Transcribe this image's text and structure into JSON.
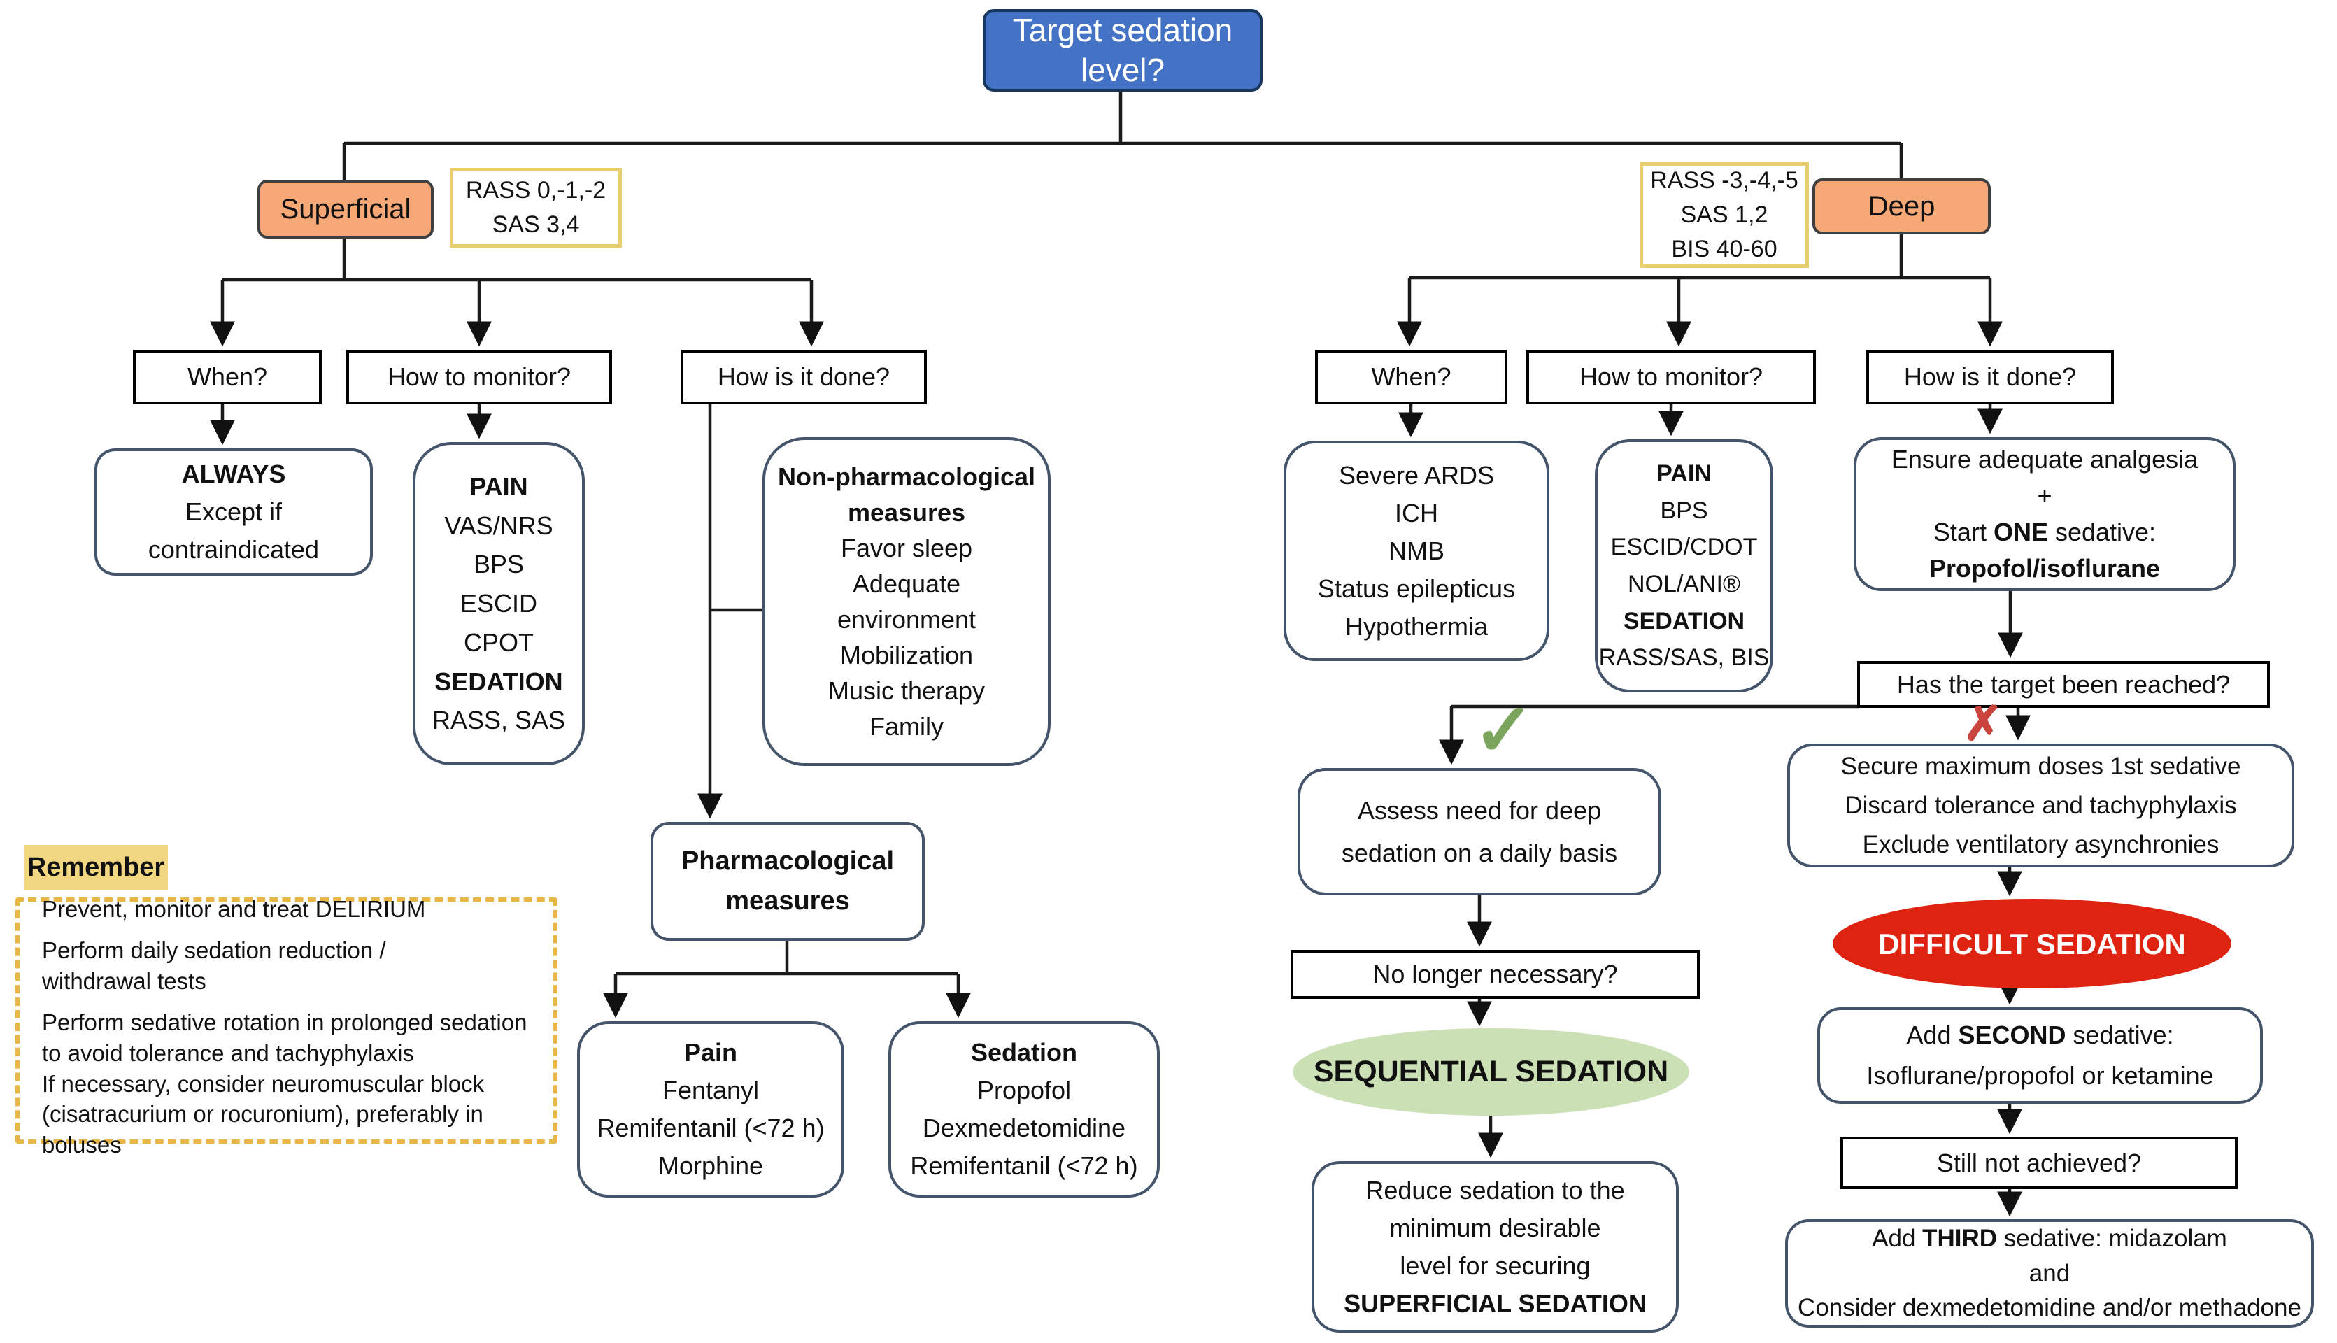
{
  "palette": {
    "root_blue": "#4472C4",
    "branch_orange": "#F7A877",
    "note_border_yellow": "#E8CE6E",
    "remember_yellow": "#F2D783",
    "sequential_green": "#CBE0B5",
    "difficult_red": "#DE2310",
    "check_green": "#7BA55C",
    "cross_red": "#C8443C"
  },
  "root": {
    "line1": "Target sedation",
    "line2": "level?"
  },
  "left": {
    "branch_label": "Superficial",
    "scale_note": {
      "l1": "RASS 0,-1,-2",
      "l2": "SAS 3,4"
    },
    "q_when": "When?",
    "q_monitor": "How to monitor?",
    "q_done": "How is it done?",
    "always": {
      "l1": "ALWAYS",
      "l2": "Except if",
      "l3": "contraindicated"
    },
    "monitor_box": {
      "t1": "PAIN",
      "i1": "VAS/NRS",
      "i2": "BPS",
      "i3": "ESCID",
      "i4": "CPOT",
      "t2": "SEDATION",
      "i5": "RASS, SAS"
    },
    "nonpharm": {
      "t1": "Non-pharmacological",
      "t2": "measures",
      "i1": "Favor sleep",
      "i2": "Adequate",
      "i3": "environment",
      "i4": "Mobilization",
      "i5": "Music therapy",
      "i6": "Family"
    },
    "pharm": {
      "l1": "Pharmacological",
      "l2": "measures"
    },
    "pain_drugs": {
      "t": "Pain",
      "i1": "Fentanyl",
      "i2": "Remifentanil (<72 h)",
      "i3": "Morphine"
    },
    "sedation_drugs": {
      "t": "Sedation",
      "i1": "Propofol",
      "i2": "Dexmedetomidine",
      "i3": "Remifentanil (<72 h)"
    }
  },
  "remember": {
    "title": "Remember",
    "l1": "Prevent, monitor and treat DELIRIUM",
    "l2": "Perform daily sedation reduction /",
    "l3": "withdrawal tests",
    "l4": "Perform sedative rotation in prolonged sedation",
    "l5": "to avoid tolerance and tachyphylaxis",
    "l6": "If necessary, consider neuromuscular block",
    "l7": "(cisatracurium or rocuronium), preferably in",
    "l8": "boluses"
  },
  "right": {
    "branch_label": "Deep",
    "scale_note": {
      "l1": "RASS -3,-4,-5",
      "l2": "SAS 1,2",
      "l3": "BIS 40-60"
    },
    "q_when": "When?",
    "q_monitor": "How to monitor?",
    "q_done": "How is it done?",
    "when_box": {
      "i1": "Severe ARDS",
      "i2": "ICH",
      "i3": "NMB",
      "i4": "Status epilepticus",
      "i5": "Hypothermia"
    },
    "monitor_box": {
      "t1": "PAIN",
      "i1": "BPS",
      "i2": "ESCID/CDOT",
      "i3": "NOL/ANI®",
      "t2": "SEDATION",
      "i4": "RASS/SAS, BIS"
    },
    "ensure": {
      "l1": "Ensure adequate analgesia",
      "l2": "+",
      "l3a": "Start ",
      "l3b": "ONE",
      "l3c": " sedative:",
      "l4": "Propofol/isoflurane"
    },
    "target_q": "Has the target been reached?",
    "yes_icon": "✓",
    "no_icon": "✗",
    "assess": {
      "l1": "Assess need for deep",
      "l2": "sedation on a daily basis"
    },
    "no_longer": "No longer necessary?",
    "sequential": "SEQUENTIAL SEDATION",
    "reduce": {
      "l1": "Reduce sedation to the",
      "l2": "minimum desirable",
      "l3": "level for securing",
      "l4": "SUPERFICIAL SEDATION"
    },
    "secure": {
      "l1": "Secure maximum doses 1st sedative",
      "l2": "Discard tolerance and tachyphylaxis",
      "l3": "Exclude ventilatory asynchronies"
    },
    "difficult": "DIFFICULT SEDATION",
    "second": {
      "l1a": "Add ",
      "l1b": "SECOND",
      "l1c": " sedative:",
      "l2": "Isoflurane/propofol or ketamine"
    },
    "still_not": "Still not achieved?",
    "third": {
      "l1a": "Add ",
      "l1b": "THIRD",
      "l1c": " sedative: midazolam",
      "l2": "and",
      "l3": "Consider dexmedetomidine and/or methadone"
    }
  }
}
